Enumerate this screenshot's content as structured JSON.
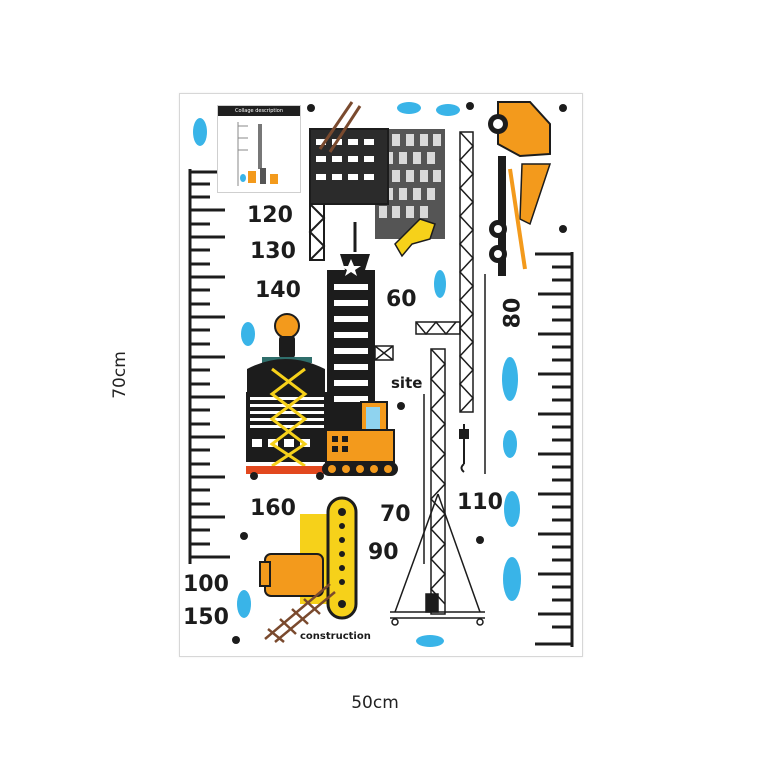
{
  "dimensions": {
    "height_label": "70cm",
    "width_label": "50cm"
  },
  "collage": {
    "title": "Collage description"
  },
  "ruler_numbers": {
    "n120": "120",
    "n130": "130",
    "n140": "140",
    "n60": "60",
    "n80": "80",
    "n160": "160",
    "n70": "70",
    "n110": "110",
    "n90": "90",
    "n100": "100",
    "n150": "150"
  },
  "labels": {
    "site": "site",
    "construction": "construction"
  },
  "colors": {
    "orange": "#f39a1c",
    "yellow": "#f6d11a",
    "black": "#1c1c1c",
    "sky": "#39b4e8",
    "brown": "#7a4a2e"
  },
  "icons": [
    "cloud-icon",
    "crane-icon",
    "excavator-icon",
    "tower-icon",
    "truck-icon",
    "roller-icon"
  ]
}
